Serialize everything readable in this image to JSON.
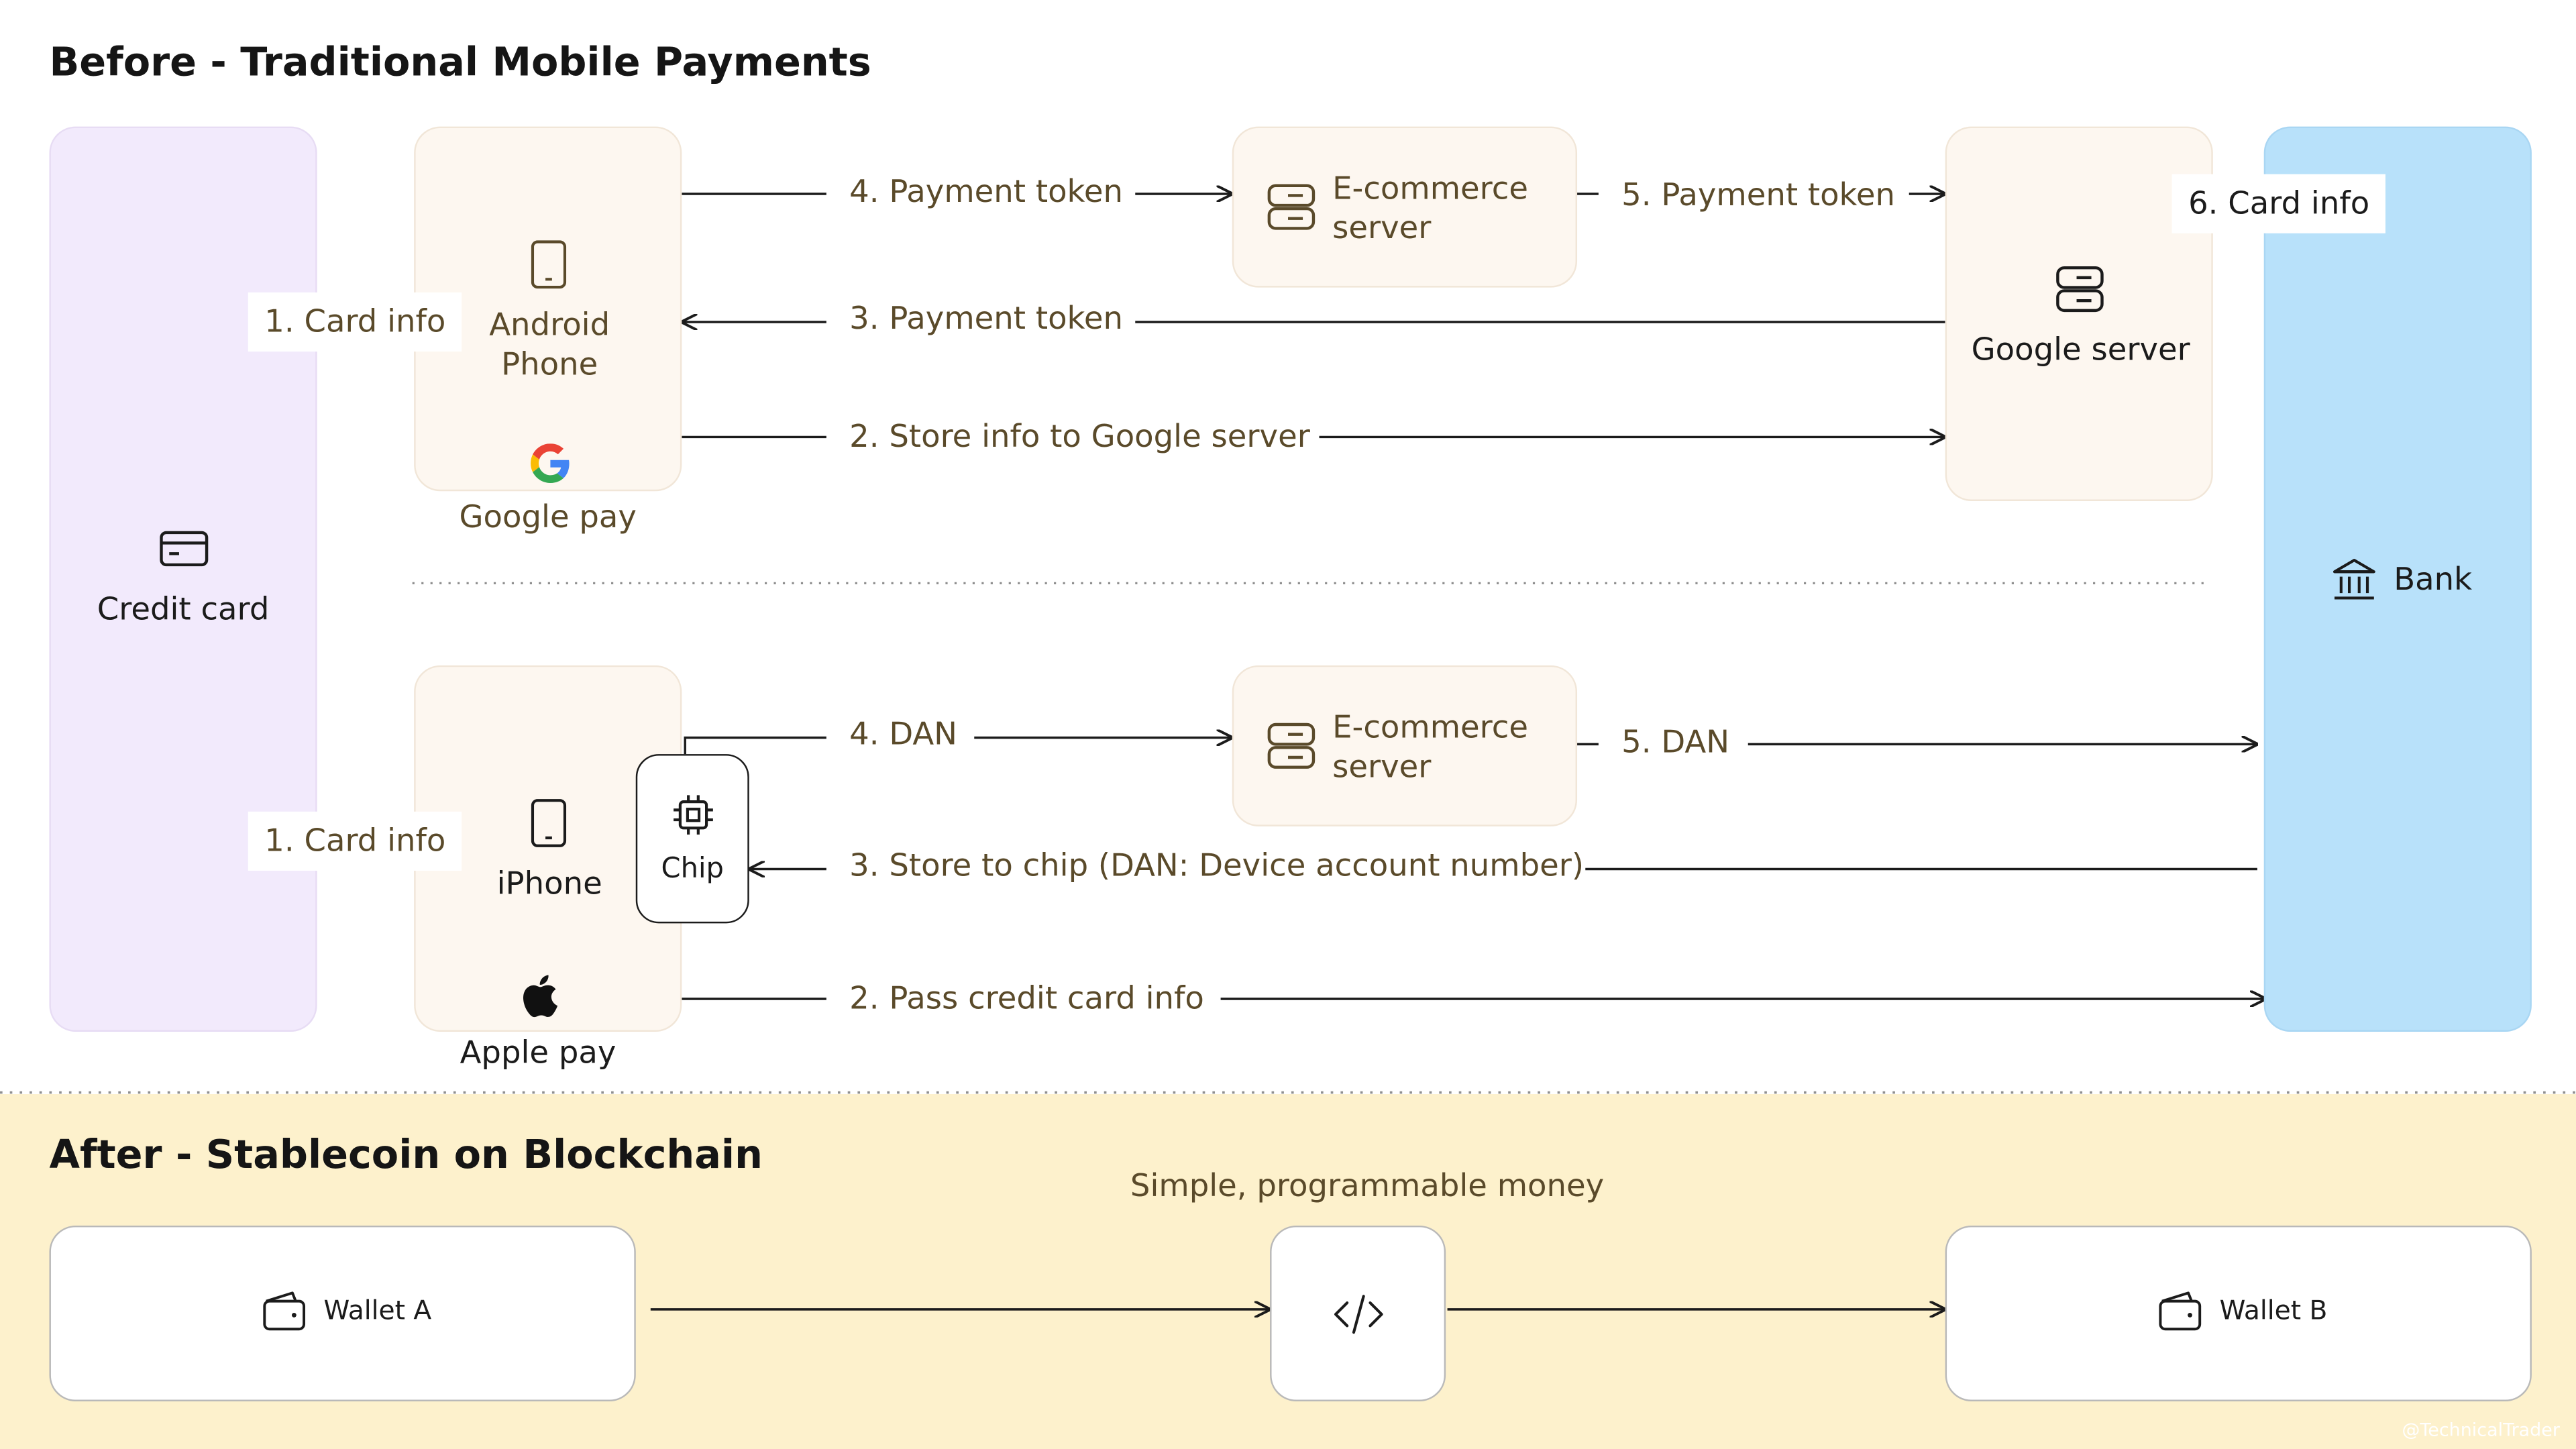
{
  "before": {
    "title": "Before - Traditional Mobile Payments",
    "credit_card": {
      "label": "Credit card",
      "icon": "credit-card-icon"
    },
    "bank": {
      "label": "Bank",
      "icon": "bank-icon"
    },
    "android": {
      "label_line1": "Android",
      "label_line2": "Phone",
      "caption": "Google pay",
      "icon": "phone-icon",
      "logo": "google-logo"
    },
    "iphone": {
      "label": "iPhone",
      "caption": "Apple pay",
      "icon": "phone-icon",
      "logo": "apple-logo"
    },
    "chip": {
      "label": "Chip",
      "icon": "chip-icon"
    },
    "ecommerce_top": {
      "line1": "E-commerce",
      "line2": "server",
      "icon": "server-icon"
    },
    "ecommerce_bottom": {
      "line1": "E-commerce",
      "line2": "server",
      "icon": "server-icon"
    },
    "google_server": {
      "label": "Google server",
      "icon": "server-icon"
    },
    "google_flow": {
      "card_info": "1. Card info",
      "store_info": "2. Store info to Google server",
      "payment_token_back": "3. Payment token",
      "payment_token_out": "4. Payment token",
      "payment_token_fwd": "5. Payment token",
      "bank_card_info": "6. Card info"
    },
    "apple_flow": {
      "card_info": "1. Card info",
      "pass_info": "2. Pass credit card info",
      "store_chip": "3. Store to chip (DAN: Device account number)",
      "dan_out": "4. DAN",
      "dan_fwd": "5. DAN"
    }
  },
  "after": {
    "title": "After - Stablecoin on Blockchain",
    "subtitle": "Simple, programmable money",
    "wallet_a": {
      "label": "Wallet A",
      "icon": "wallet-icon"
    },
    "contract": {
      "icon": "code-icon"
    },
    "wallet_b": {
      "label": "Wallet B",
      "icon": "wallet-icon"
    }
  },
  "watermark": "@TechnicalTrader",
  "colors": {
    "credit_card_bg": "#f2eafc",
    "bank_bg": "#b8e1fa",
    "node_bg": "#fdf7f0",
    "after_bg": "#fdf1cc",
    "label_text": "#5a4a2a"
  }
}
